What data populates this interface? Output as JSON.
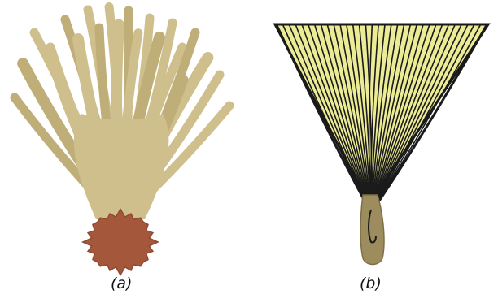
{
  "panels": [
    {
      "id": "a",
      "caption": "(a)",
      "colors": {
        "fibers": "#cfbf8c",
        "fibers_dark": "#bfae78",
        "base": "#a4573b",
        "base_dark": "#8e4a30"
      }
    },
    {
      "id": "b",
      "caption": "(b)",
      "colors": {
        "fill": "#ecec96",
        "lines": "#1a1a1a",
        "handle": "#9d8d5e",
        "handle_dark": "#7e7046"
      }
    }
  ]
}
